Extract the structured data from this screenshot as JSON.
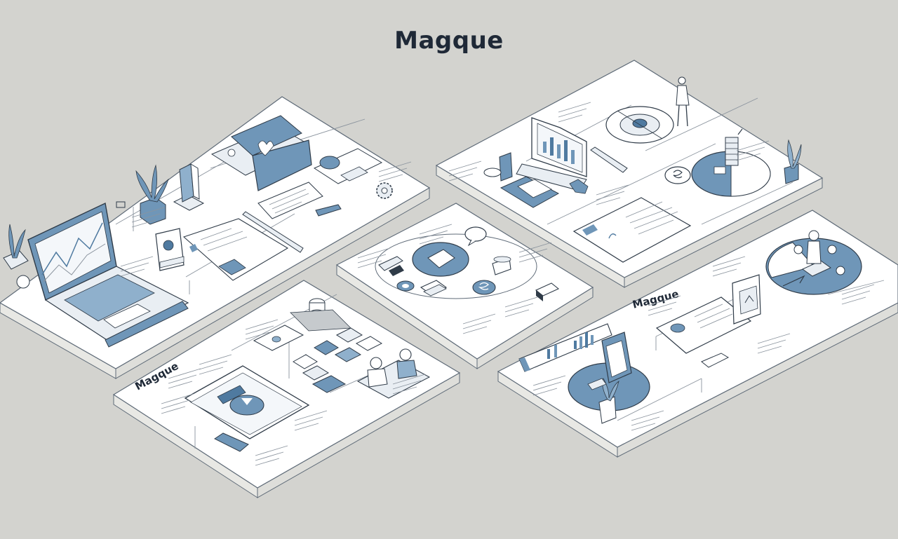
{
  "title": "Magque",
  "panel_labels": {
    "bottom_left": "Magque",
    "bottom_right": "Magque"
  },
  "colors": {
    "background": "#d3d3cf",
    "panel": "#ffffff",
    "panel_side": "#e6e6e2",
    "line": "#5f6b78",
    "accent": "#6f96b8",
    "accent_dark": "#4f7aa0",
    "text_lines": "#8b949e"
  }
}
